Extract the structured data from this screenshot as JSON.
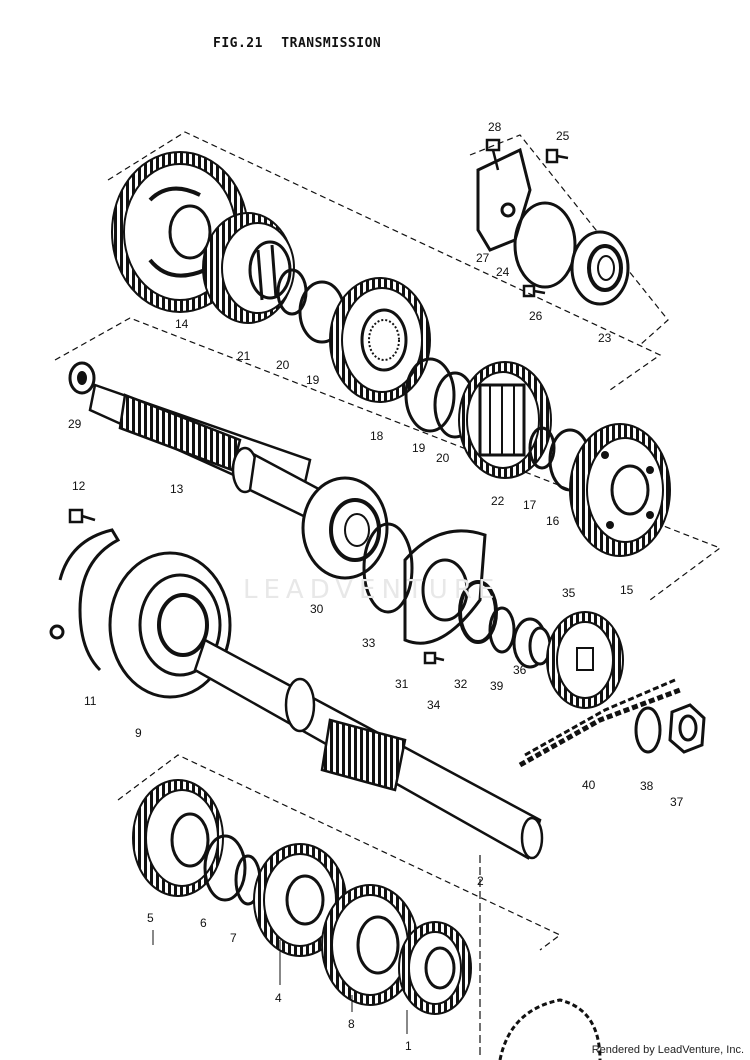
{
  "title": {
    "fig": "FIG.21",
    "name": "TRANSMISSION"
  },
  "watermark": "LEADVENTURE",
  "footer": "Rendered by LeadVenture, Inc.",
  "part_labels": {
    "p1": "1",
    "p2": "2",
    "p4": "4",
    "p5": "5",
    "p6": "6",
    "p7": "7",
    "p8": "8",
    "p9": "9",
    "p11": "11",
    "p12": "12",
    "p13": "13",
    "p14": "14",
    "p15": "15",
    "p16": "16",
    "p17": "17",
    "p18": "18",
    "p19a": "19",
    "p19b": "19",
    "p20a": "20",
    "p20b": "20",
    "p21": "21",
    "p22": "22",
    "p23": "23",
    "p24": "24",
    "p25": "25",
    "p26": "26",
    "p27": "27",
    "p28": "28",
    "p29": "29",
    "p30": "30",
    "p31": "31",
    "p32": "32",
    "p33": "33",
    "p34": "34",
    "p35": "35",
    "p36": "36",
    "p37": "37",
    "p38": "38",
    "p39": "39",
    "p40": "40"
  },
  "colors": {
    "ink": "#111111",
    "paper": "#ffffff",
    "watermark": "#e8e8e8"
  }
}
